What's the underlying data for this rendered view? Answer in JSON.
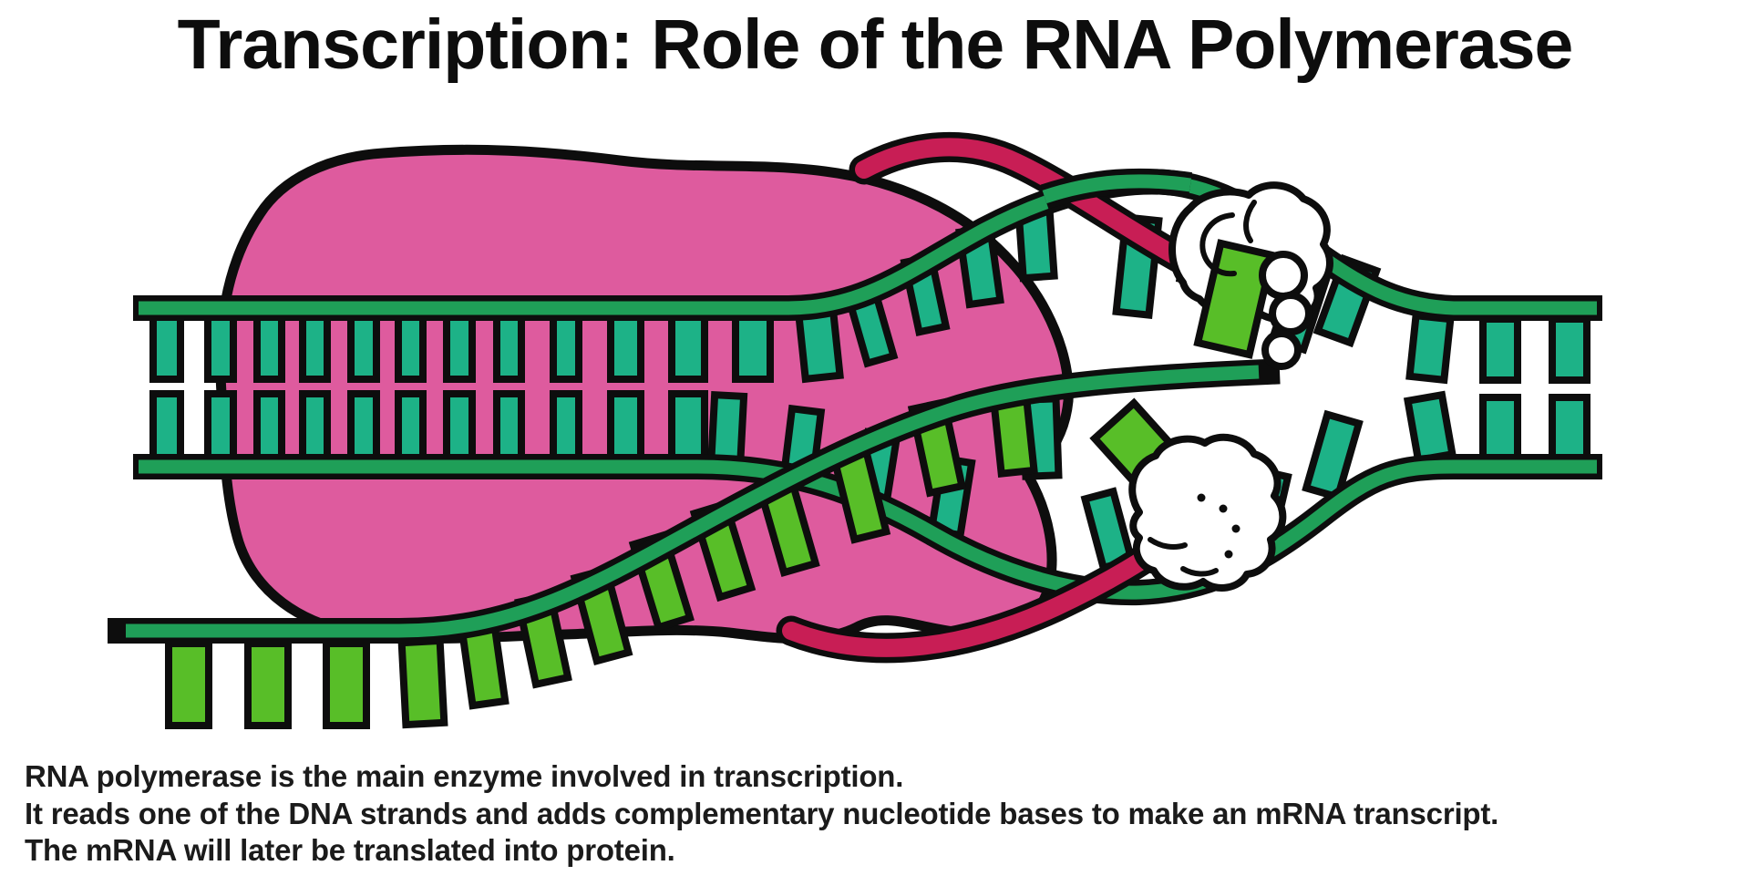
{
  "title": "Transcription: Role of the RNA Polymerase",
  "caption": {
    "line1": "RNA polymerase is the main enzyme involved in transcription.",
    "line2": "It reads one of the DNA strands and adds complementary nucleotide bases to make an mRNA transcript.",
    "line3": "The mRNA will later be translated into protein."
  },
  "diagram": {
    "colors": {
      "pink": "#de5b9e",
      "teal": "#1db287",
      "strand": "#1f9f58",
      "lime": "#58be28",
      "crimson": "#c81e55",
      "outline": "#0d0d0d",
      "hand": "#ffffff",
      "background": "#ffffff",
      "text": "#1b1b1b"
    }
  }
}
